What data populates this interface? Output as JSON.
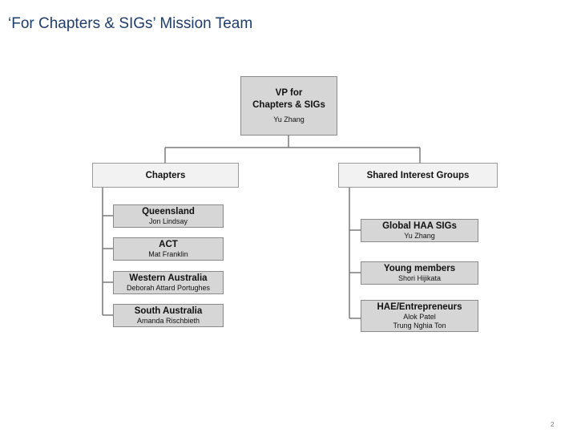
{
  "slide": {
    "title": "‘For Chapters & SIGs’ Mission Team",
    "page_number": "2"
  },
  "vp": {
    "title_line1": "VP for",
    "title_line2": "Chapters & SIGs",
    "name": "Yu Zhang"
  },
  "chapters": {
    "header": "Chapters",
    "items": [
      {
        "title": "Queensland",
        "person": "Jon Lindsay"
      },
      {
        "title": "ACT",
        "person": "Mat Franklin"
      },
      {
        "title": "Western Australia",
        "person": "Deborah Attard Portughes"
      },
      {
        "title": "South Australia",
        "person": "Amanda Rischbieth"
      }
    ]
  },
  "sigs": {
    "header": "Shared Interest Groups",
    "items": [
      {
        "title": "Global HAA SIGs",
        "person": "Yu Zhang"
      },
      {
        "title": "Young members",
        "person": "Shori Hijikata"
      },
      {
        "title": "HAE/Entrepreneurs",
        "person": "Alok Patel",
        "person2": "Trung Nghia Ton"
      }
    ]
  }
}
